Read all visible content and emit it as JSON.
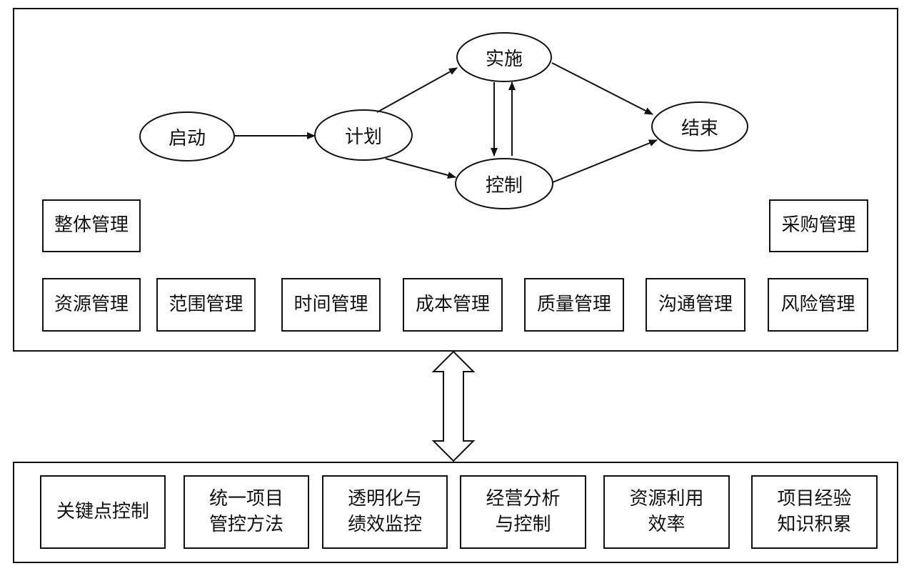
{
  "process": {
    "start": "启动",
    "plan": "计划",
    "execute": "实施",
    "control": "控制",
    "close": "结束"
  },
  "areas": {
    "integration": "整体管理",
    "procurement": "采购管理",
    "resource": "资源管理",
    "scope": "范围管理",
    "time": "时间管理",
    "cost": "成本管理",
    "quality": "质量管理",
    "communication": "沟通管理",
    "risk": "风险管理"
  },
  "platform": {
    "items": [
      "关键点控制",
      "统一项目\n管控方法",
      "透明化与\n绩效监控",
      "经营分析\n与控制",
      "资源利用\n效率",
      "项目经验\n知识积累"
    ]
  }
}
